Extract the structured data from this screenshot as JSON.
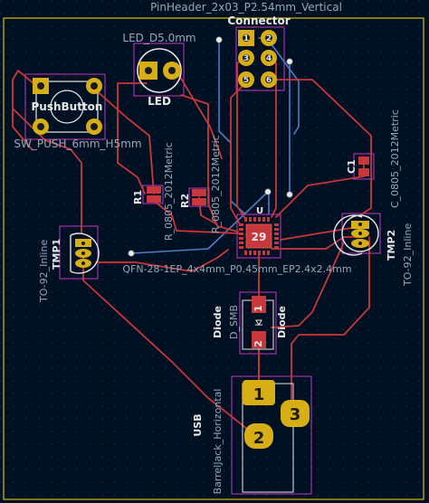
{
  "colors": {
    "background": "#001023",
    "edge_cuts": "#d4c000",
    "copper_front": "#c8373a",
    "copper_back": "#4d7fc4",
    "pad": "#d8ae17",
    "courtyard": "#c238c2",
    "silkscreen": "#e8e8e8",
    "fab_text": "#9aa7b8"
  },
  "components": {
    "connector": {
      "ref": "Connector",
      "value": "PinHeader_2x03_P2.54mm_Vertical",
      "pads": [
        "1",
        "2",
        "3",
        "4",
        "5",
        "6"
      ]
    },
    "led": {
      "ref": "LED",
      "value": "LED_D5.0mm"
    },
    "pushbutton": {
      "ref": "PushButton",
      "value": "SW_PUSH_6mm_H5mm"
    },
    "r1": {
      "ref": "R1",
      "value": "R_0805_2012Metric"
    },
    "r2": {
      "ref": "R2",
      "value": "R_0805_2012Metric"
    },
    "c1": {
      "ref": "C1",
      "value": "C_0805_2012Metric"
    },
    "ic": {
      "ref": "U",
      "value": "QFN-28-1EP_4x4mm_P0.45mm_EP2.4x2.4mm",
      "center_pad": "29"
    },
    "tmp1": {
      "ref": "TMP1",
      "value": "TO-92_Inline"
    },
    "tmp2": {
      "ref": "TMP2",
      "value": "TO-92_Inline"
    },
    "diode": {
      "ref": "Diode",
      "value": "D_SMB",
      "pads": [
        "1",
        "2"
      ]
    },
    "usb": {
      "ref": "USB",
      "value": "BarrelJack_Horizontal",
      "pads": [
        "1",
        "2",
        "3"
      ]
    }
  }
}
